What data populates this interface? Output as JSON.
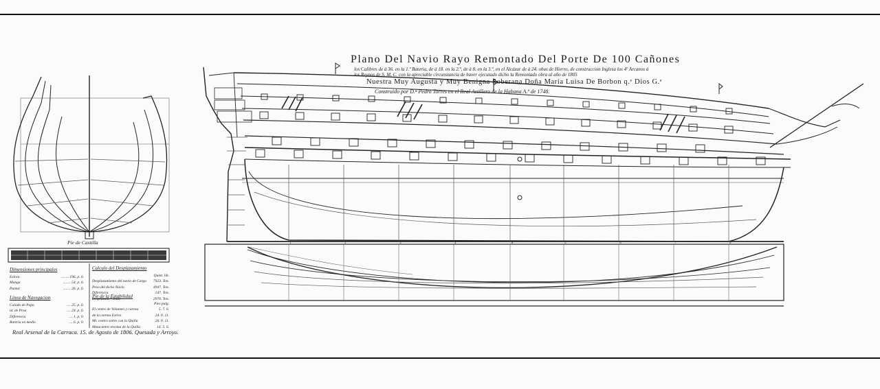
{
  "title": "Plano Del Navio Rayo Remontado Del Porte De 100 Cañones",
  "dedication_line1": "los Calibres de á 36. en la 1.ª Bateria, de á 18. en la 2.ª, de á 8. en la 3.ª, en el Alcázar de á 24. obus de Hierro, de construccion Inglesa los 4º Arcanos á",
  "dedication_line2": "los Reynos de S. M. C. con la apreciable circunstancia de haver ejecutado dicho la Remontado obra al año de 1805",
  "subtitle": "Nuestra Muy Augusta y Muy Benigna Soberana Doña Maria Luisa De Borbon q.ᵉ Dios G.ᵉ",
  "builder": "Construido por D.ⁿ Pedro Torres en el Real Astillero de la Habana A.º de 1748.",
  "section_caption": "Pie de Castilla",
  "frame_numbers": [
    "1",
    "2",
    "3",
    "4",
    "A",
    "5",
    "6",
    "7",
    "8"
  ],
  "dimensions": {
    "heading": "Dimensiones principales",
    "rows": [
      {
        "label": "Eslora",
        "value": "........ 196. p. 6."
      },
      {
        "label": "Manga",
        "value": "........ 54. p. 6."
      },
      {
        "label": "Puntal",
        "value": "........ 26. p. 6."
      }
    ]
  },
  "navigation": {
    "heading": "Linea de Navegacion",
    "rows": [
      {
        "label": "Calado de Popa",
        "value": ".... 25. p. 6."
      },
      {
        "label": "id. de Proa",
        "value": ".... 24. p. 6."
      },
      {
        "label": "Diferencia",
        "value": ".... 1. p. 0."
      },
      {
        "label": "Bateria en medio",
        "value": ".... 6. p. 0."
      }
    ]
  },
  "displacement": {
    "heading": "Calculo del Desplazamiento",
    "col_header": "Quint. lib.",
    "rows": [
      {
        "label": "Desplazamiento del navio de Carga",
        "value": "7923. Ton."
      },
      {
        "label": "Peso del dicho Navio",
        "value": "4947. Ton."
      },
      {
        "label": "Diferencia",
        "value": "147. Ton."
      },
      {
        "label": "Desplazam.ᵗᵒ Total",
        "value": "2976. Ton."
      }
    ]
  },
  "stability": {
    "heading": "Pie de la Estabilidad",
    "col_header": "Pies pulg.",
    "rows": [
      {
        "label": "El centro de Volumen y carena",
        "value": "5. 7. 6."
      },
      {
        "label": "de la carena Estivo",
        "value": "24. 0. 11."
      },
      {
        "label": "Mt. centro sobre con la Quilla",
        "value": "26. 0. 11."
      },
      {
        "label": "Metacentro encima de la Quilla",
        "value": "14. 5. 6."
      }
    ]
  },
  "footer": "Real Arsenal de la Carraca. 15. de Agosto de 1806.  Quesada y Arroyo."
}
